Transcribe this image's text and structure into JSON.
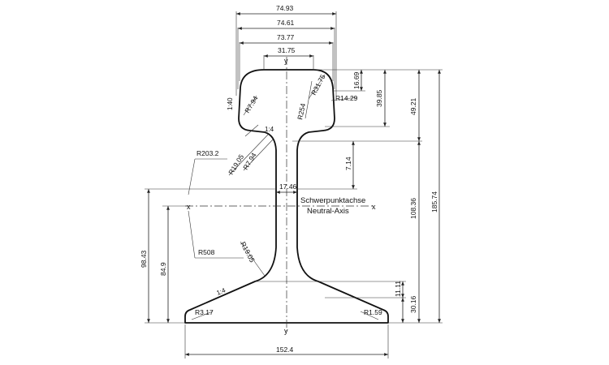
{
  "drawing": {
    "widths": {
      "head_outer_1": "74.93",
      "head_outer_2": "74.61",
      "head_outer_3": "73.77",
      "head_top_flat": "31.75",
      "web": "17.46",
      "base": "152.4"
    },
    "heights": {
      "h_16_69": "16.69",
      "h_39_85": "39.85",
      "h_49_21": "49.21",
      "h_7_14": "7.14",
      "h_108_36": "108.36",
      "h_185_74": "185.74",
      "h_11_11": "11.11",
      "h_30_16": "30.16",
      "h_98_43": "98.43",
      "h_84_9": "84.9"
    },
    "radii": {
      "r_31_75": "R31.75",
      "r_14_29": "R14.29",
      "r_254": "R254",
      "r_7_94_head": "R7.94",
      "r_203_2": "R203.2",
      "r_19_05_upper": "R19.05",
      "r_7_94_web": "R7.94",
      "r_508": "R508",
      "r_19_05_lower": "R19.05",
      "r_3_17": "R3.17",
      "r_1_59": "R1.59"
    },
    "slopes": {
      "s_head_side": "1:40",
      "s_head_under": "1:4",
      "s_base": "1:4"
    },
    "axes": {
      "y_top": "y",
      "y_bottom": "y",
      "x_left": "x",
      "x_right": "x"
    },
    "neutral_axis": {
      "de": "Schwerpunktachse",
      "en": "Neutral-Axis"
    }
  }
}
